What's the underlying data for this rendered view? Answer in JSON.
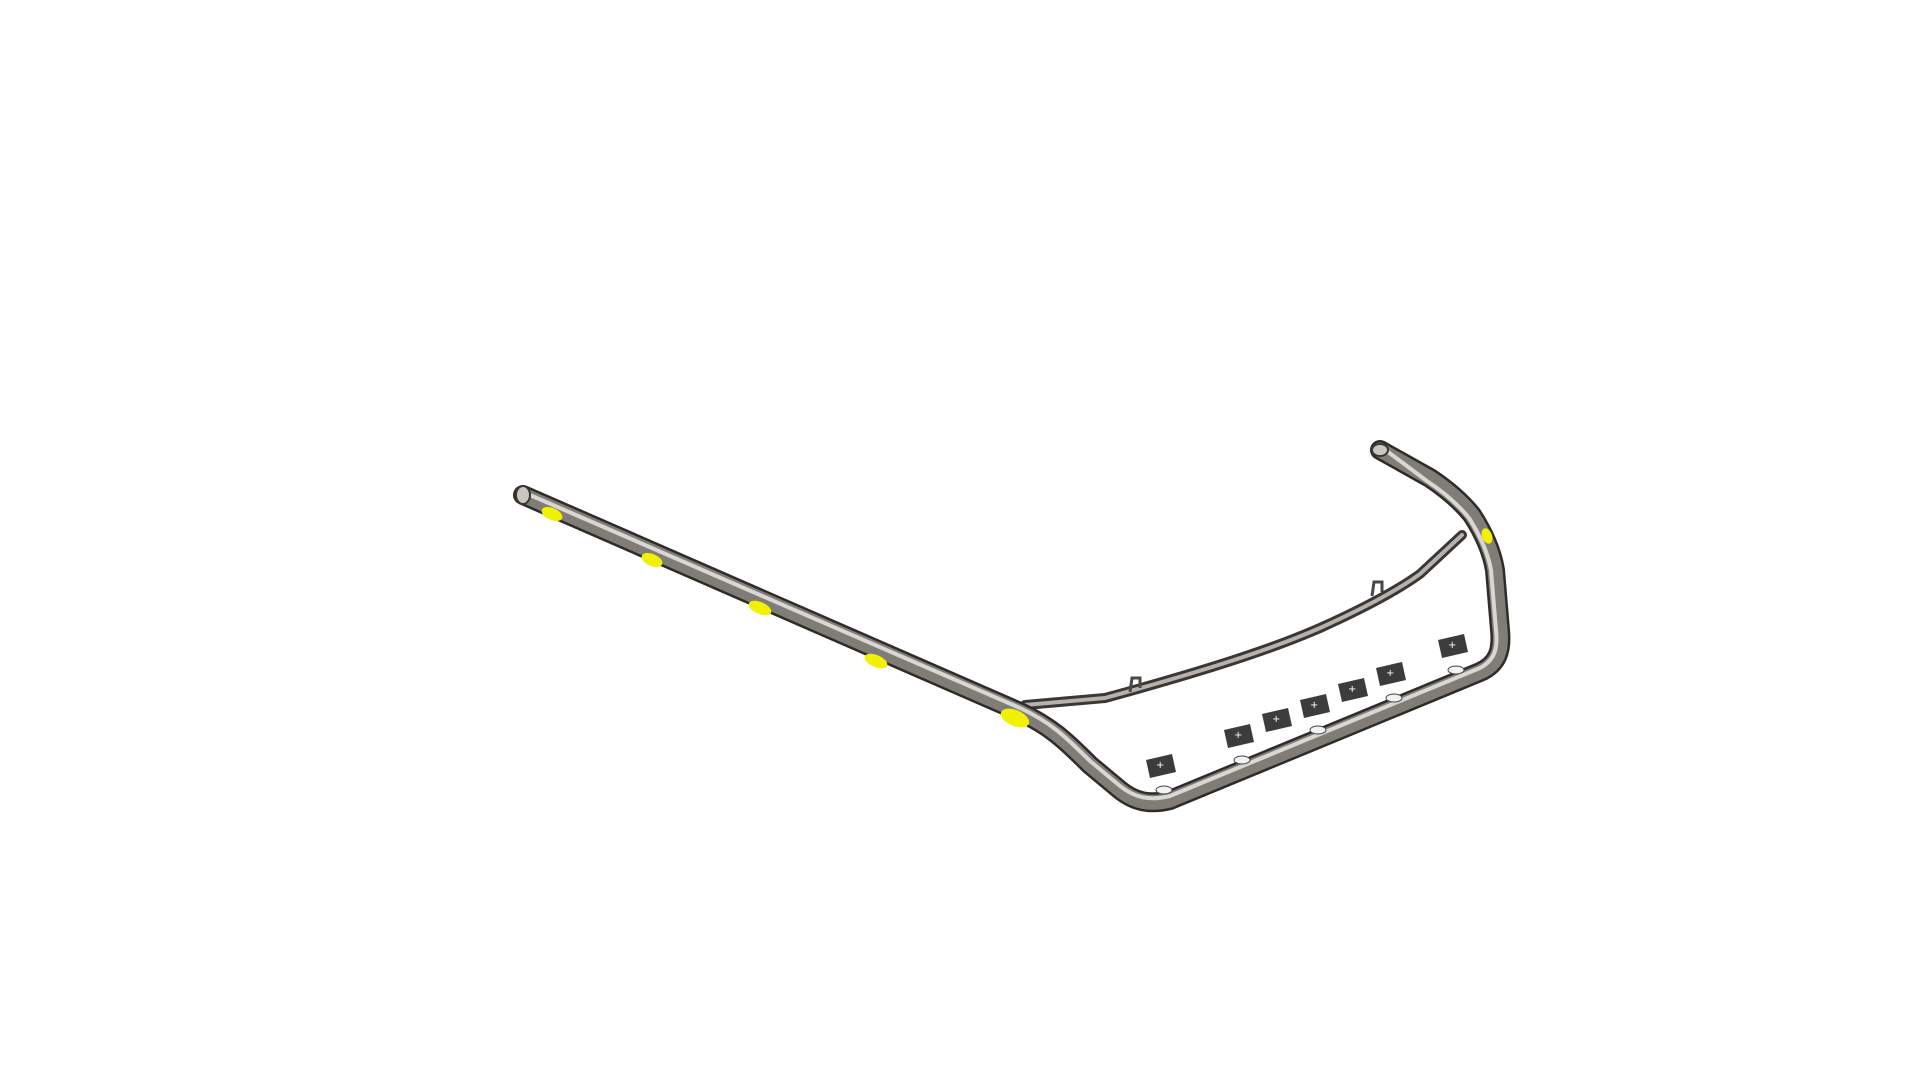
{
  "scene": {
    "background_color": "#ffffff",
    "object": "light-bar-tube",
    "tube_color": "#7a7670",
    "tube_highlight": "#d8d6d2",
    "tube_shadow": "#3a3734",
    "reflector_color": "#ffff00",
    "reflector_count": 6,
    "led_bracket_color": "#3c3c3c",
    "led_bracket_count": 7,
    "led_symbols": [
      "+",
      "−"
    ],
    "led_lens_color": "#f2f2f2"
  }
}
